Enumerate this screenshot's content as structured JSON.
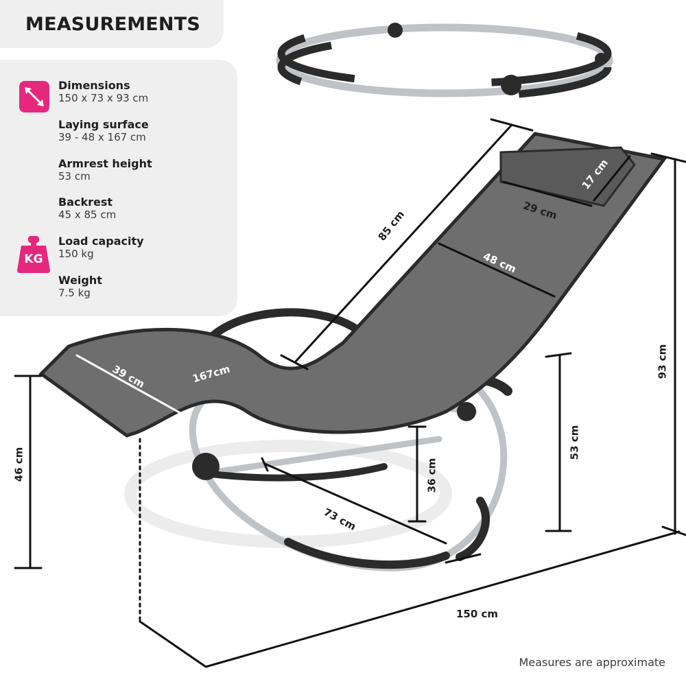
{
  "title": "MEASUREMENTS",
  "specs": [
    {
      "label": "Dimensions",
      "value": "150 x 73 x 93 cm"
    },
    {
      "label": "Laying surface",
      "value": "39 - 48 x 167 cm"
    },
    {
      "label": "Armrest height",
      "value": "53 cm"
    },
    {
      "label": "Backrest",
      "value": "45 x 85 cm"
    },
    {
      "label": "Load capacity",
      "value": "150 kg"
    },
    {
      "label": "Weight",
      "value": "7.5 kg"
    }
  ],
  "icons": {
    "dimensions": "diagonal-arrow-icon",
    "load": "kg-weight-icon",
    "kg_text": "KG"
  },
  "colors": {
    "accent": "#e6287d",
    "panel": "#efefef",
    "frame_silver": "#b9bcc0",
    "frame_black": "#2a2a2a",
    "fabric": "#6e6e6e"
  },
  "dimensions": {
    "backrest_length": "85 cm",
    "pillow_height": "17 cm",
    "pillow_width": "29 cm",
    "backrest_width": "48 cm",
    "seat_width": "39 cm",
    "length_laying": "167cm",
    "total_height": "93 cm",
    "front_height": "46 cm",
    "armrest_height": "53 cm",
    "seat_clearance": "36 cm",
    "depth": "73 cm",
    "total_length": "150 cm"
  },
  "footer": "Measures are approximate"
}
